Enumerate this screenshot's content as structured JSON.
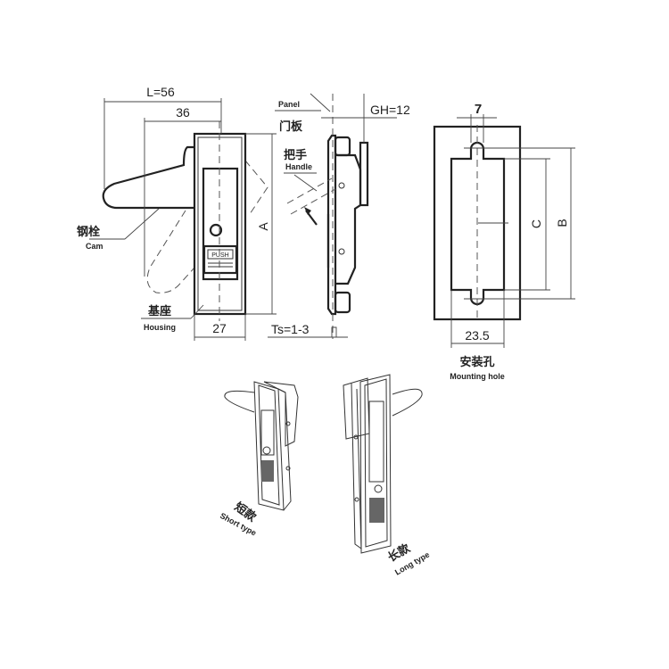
{
  "front_view": {
    "dim_L": "L=56",
    "dim_36": "36",
    "dim_A": "A",
    "dim_27": "27",
    "cam_cn": "钢栓",
    "cam_en": "Cam",
    "housing_cn": "基座",
    "housing_en": "Housing",
    "push_label": "PUSH"
  },
  "side_view": {
    "panel_en": "Panel",
    "panel_cn": "门板",
    "dim_GH": "GH=12",
    "handle_cn": "把手",
    "handle_en": "Handle",
    "dim_Ts": "Ts=1-3"
  },
  "mounting_hole": {
    "dim_7": "7",
    "dim_7_color": "#1a6fc0",
    "dim_C": "C",
    "dim_B": "B",
    "dim_width": "23.5",
    "title_cn": "安装孔",
    "title_en": "Mounting hole"
  },
  "variants": {
    "short_cn": "短款",
    "short_en": "Short type",
    "long_cn": "长款",
    "long_en": "Long type"
  }
}
